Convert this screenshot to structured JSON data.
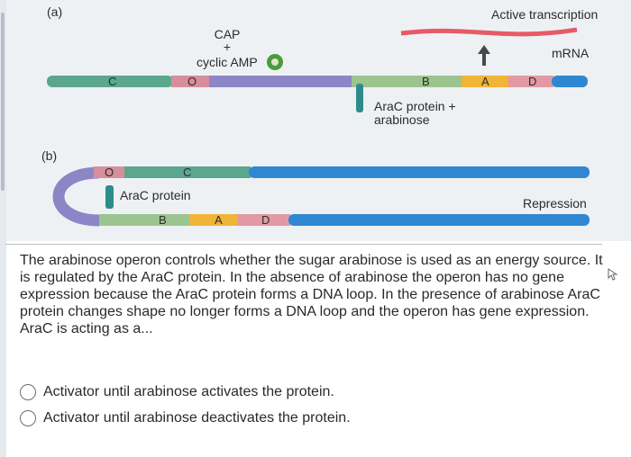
{
  "figure": {
    "panel_a": {
      "label": "(a)",
      "cap_line1": "CAP",
      "cap_plus": "+",
      "cap_line2": "cyclic AMP",
      "active_transcription": "Active transcription",
      "mrna": "mRNA",
      "arac_line1": "AraC protein +",
      "arac_line2": "arabinose",
      "seg_c": "C",
      "seg_o": "O",
      "seg_b": "B",
      "seg_a": "A",
      "seg_d": "D"
    },
    "panel_b": {
      "label": "(b)",
      "arac_protein": "AraC protein",
      "repression": "Repression",
      "seg_o": "O",
      "seg_c": "C",
      "seg_b": "B",
      "seg_a": "A",
      "seg_d": "D"
    }
  },
  "question": {
    "text": "The arabinose operon controls whether the sugar arabinose is used as an energy source. It is regulated by the AraC protein. In the absence of arabinose the operon has no gene expression because the AraC protein forms a DNA loop. In the presence of arabinose AraC protein changes shape no longer forms a DNA loop and the operon has gene expression. AraC is acting as a..."
  },
  "options": [
    {
      "label": "Activator until arabinose activates the protein."
    },
    {
      "label": "Activator until arabinose deactivates the protein."
    }
  ]
}
